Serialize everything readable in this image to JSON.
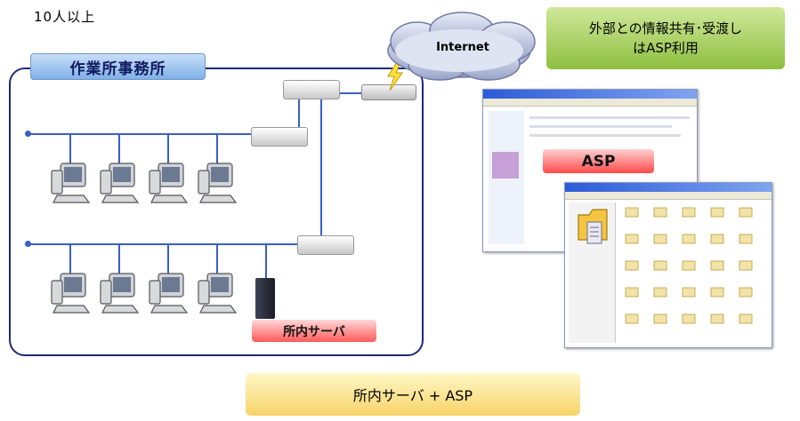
{
  "top_label": "10人以上",
  "office": {
    "title": "作業所事務所"
  },
  "cloud": {
    "label": "Internet"
  },
  "green_box": {
    "line1": "外部との情報共有･受渡し",
    "line2": "はASP利用"
  },
  "server_badge": "所内サーバ",
  "asp_badge": "ASP",
  "bottom_box": "所内サーバ + ASP",
  "colors": {
    "frame": "#1f2a7a",
    "network_line": "#3b5fc8",
    "green": "#8ebf3f",
    "red": "#ff4a4a",
    "yellow": "#f7d469"
  }
}
